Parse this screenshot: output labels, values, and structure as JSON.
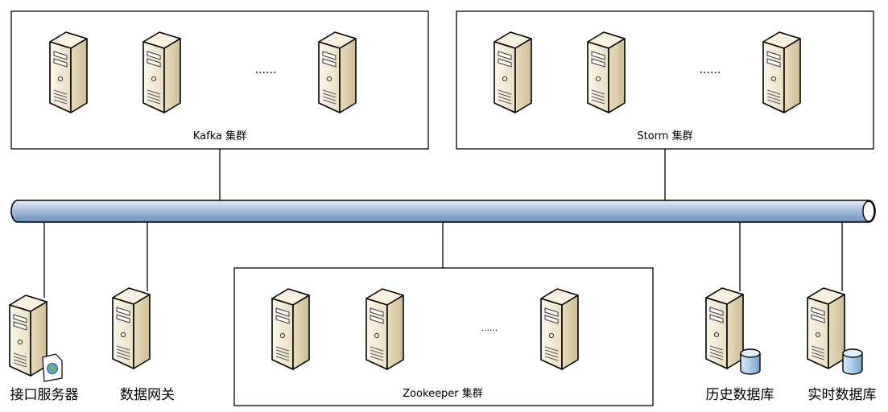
{
  "clusters": {
    "kafka": {
      "label": "Kafka 集群",
      "ellipsis": "······"
    },
    "storm": {
      "label": "Storm 集群",
      "ellipsis": "······"
    },
    "zookeeper": {
      "label": "Zookeeper 集群",
      "ellipsis": "······"
    }
  },
  "nodes": {
    "interface_server": {
      "label": "接口服务器"
    },
    "data_gateway": {
      "label": "数据网关"
    },
    "history_db": {
      "label": "历史数据库"
    },
    "realtime_db": {
      "label": "实时数据库"
    }
  },
  "colors": {
    "bus_fill": "#9fb8d9",
    "server_fill": "#f3ead4",
    "database_fill": "#a9cbe9",
    "stroke": "#000000"
  }
}
